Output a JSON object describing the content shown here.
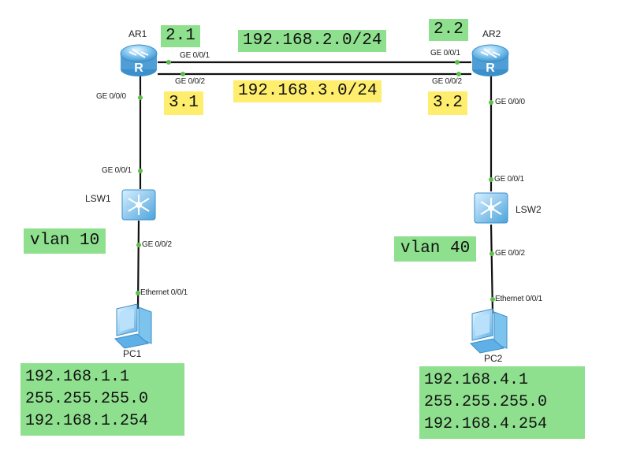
{
  "devices": {
    "ar1": "AR1",
    "ar2": "AR2",
    "lsw1": "LSW1",
    "lsw2": "LSW2",
    "pc1": "PC1",
    "pc2": "PC2"
  },
  "ports": {
    "ar1_ge001": "GE 0/0/1",
    "ar1_ge002": "GE 0/0/2",
    "ar1_ge000": "GE 0/0/0",
    "ar2_ge001": "GE 0/0/1",
    "ar2_ge002": "GE 0/0/2",
    "ar2_ge000": "GE 0/0/0",
    "lsw1_ge001": "GE 0/0/1",
    "lsw1_ge002": "GE 0/0/2",
    "lsw2_ge001": "GE 0/0/1",
    "lsw2_ge002": "GE 0/0/2",
    "pc1_eth": "Ethernet 0/0/1",
    "pc2_eth": "Ethernet 0/0/1"
  },
  "annotations": {
    "ar1_ip1": "2.1",
    "ar2_ip1": "2.2",
    "net1": "192.168.2.0/24",
    "ar1_ip2": "3.1",
    "ar2_ip2": "3.2",
    "net2": "192.168.3.0/24",
    "vlan_left": "vlan 10",
    "vlan_right": "vlan 40"
  },
  "pc1_config": [
    "192.168.1.1",
    "255.255.255.0",
    "192.168.1.254"
  ],
  "pc2_config": [
    "192.168.4.1",
    "255.255.255.0",
    "192.168.4.254"
  ],
  "colors": {
    "green_highlight": "#8ee08e",
    "yellow_highlight": "#ffee6e",
    "port_dot": "#5cc04a",
    "device_blue": "#5aa8e0",
    "cable": "#111111"
  }
}
